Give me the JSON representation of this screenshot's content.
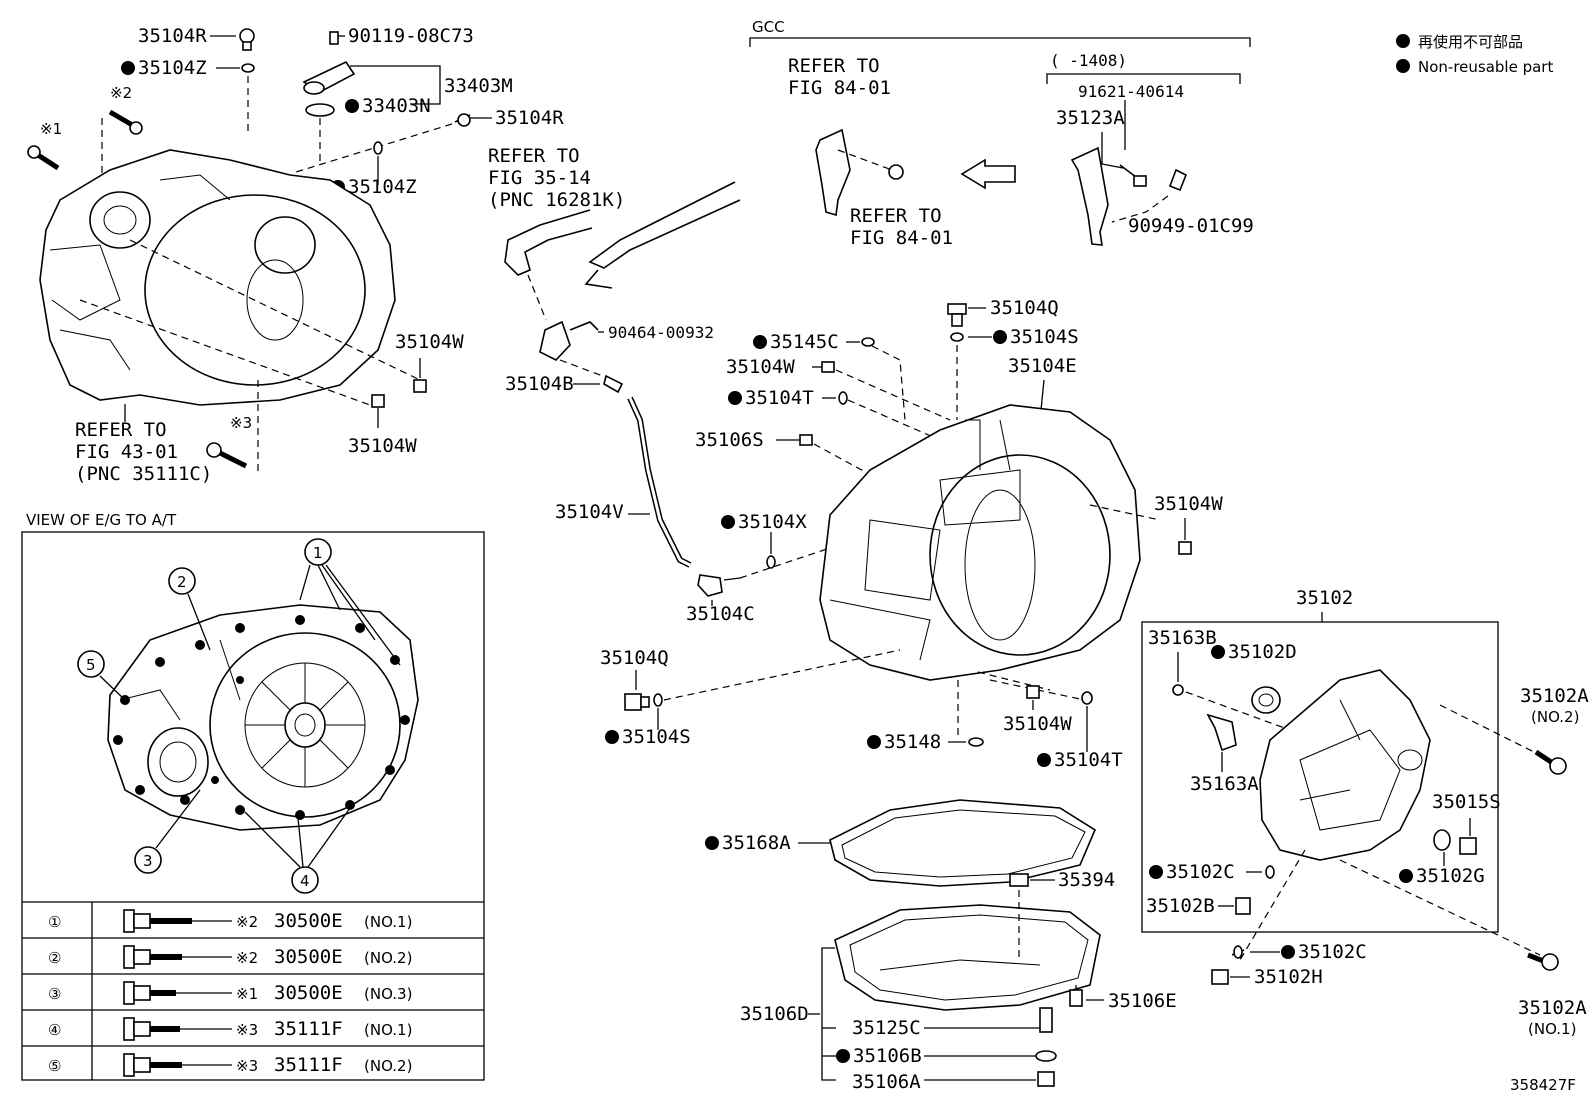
{
  "legend": {
    "jp": "再使用不可部品",
    "en": "Non-reusable part"
  },
  "figure_id": "358427F",
  "gcc": {
    "label": "GCC",
    "range": "(      -1408)",
    "part": "91621-40614"
  },
  "view_title": "VIEW OF E/G TO A/T",
  "refs": {
    "fig84_a": [
      "REFER TO",
      "FIG 84-01"
    ],
    "fig84_b": [
      "REFER TO",
      "FIG 84-01"
    ],
    "fig35": [
      "REFER TO",
      "FIG 35-14",
      "(PNC 16281K)"
    ],
    "fig43": [
      "REFER TO",
      "FIG 43-01",
      "(PNC 35111C)"
    ]
  },
  "marks": {
    "m1": "※1",
    "m2": "※2",
    "m3": "※3"
  },
  "parts": {
    "p35104R_a": "35104R",
    "p35104Z_a": "35104Z",
    "p90119": "90119-08C73",
    "p33403M": "33403M",
    "p33403N": "33403N",
    "p35104R_b": "35104R",
    "p35104Z_b": "35104Z",
    "p35104W_a": "35104W",
    "p35104W_b": "35104W",
    "p35123A": "35123A",
    "p90949": "90949-01C99",
    "p90464": "90464-00932",
    "p35104B": "35104B",
    "p35145C": "35145C",
    "p35104W_c": "35104W",
    "p35104T_a": "35104T",
    "p35106S": "35106S",
    "p35104Q_a": "35104Q",
    "p35104S_a": "35104S",
    "p35104E": "35104E",
    "p35104V": "35104V",
    "p35104X": "35104X",
    "p35104C": "35104C",
    "p35104W_d": "35104W",
    "p35104Q_b": "35104Q",
    "p35104S_b": "35104S",
    "p35148": "35148",
    "p35104W_e": "35104W",
    "p35104T_b": "35104T",
    "p35102": "35102",
    "p35163B": "35163B",
    "p35102D": "35102D",
    "p35102A_a": "35102A",
    "p35102A_a_no": "(NO.2)",
    "p35163A": "35163A",
    "p35015S": "35015S",
    "p35102C_a": "35102C",
    "p35102G": "35102G",
    "p35102B": "35102B",
    "p35102C_b": "35102C",
    "p35102H": "35102H",
    "p35102A_b": "35102A",
    "p35102A_b_no": "(NO.1)",
    "p35168A": "35168A",
    "p35394": "35394",
    "p35106D": "35106D",
    "p35106E": "35106E",
    "p35125C": "35125C",
    "p35106B": "35106B",
    "p35106A": "35106A"
  },
  "bolt_table": [
    {
      "num": "①",
      "mark": "※2",
      "part": "30500E",
      "no": "(NO.1)"
    },
    {
      "num": "②",
      "mark": "※2",
      "part": "30500E",
      "no": "(NO.2)"
    },
    {
      "num": "③",
      "mark": "※1",
      "part": "30500E",
      "no": "(NO.3)"
    },
    {
      "num": "④",
      "mark": "※3",
      "part": "35111F",
      "no": "(NO.1)"
    },
    {
      "num": "⑤",
      "mark": "※3",
      "part": "35111F",
      "no": "(NO.2)"
    }
  ],
  "callouts": [
    "1",
    "2",
    "3",
    "4",
    "5"
  ]
}
